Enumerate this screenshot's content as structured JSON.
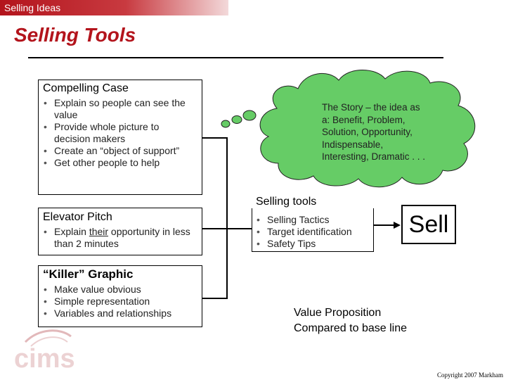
{
  "header": {
    "section_label": "Selling Ideas",
    "title": "Selling Tools"
  },
  "compelling_case": {
    "title": "Compelling Case",
    "bullets": [
      "Explain so people can see the value",
      "Provide whole picture to decision makers",
      "Create an “object of support”",
      "Get other people to help"
    ]
  },
  "cloud": {
    "lines": [
      "The Story – the idea as",
      "a: Benefit, Problem,",
      "Solution, Opportunity,",
      "Indispensable,",
      "Interesting, Dramatic . . ."
    ]
  },
  "elevator_pitch": {
    "title": "Elevator Pitch",
    "bullet_pre": "Explain ",
    "bullet_underlined": "their",
    "bullet_post": " opportunity in less than 2 minutes"
  },
  "killer_graphic": {
    "title": "“Killer” Graphic",
    "bullets": [
      "Make value obvious",
      "Simple representation",
      "Variables and relationships"
    ]
  },
  "selling_tools": {
    "title": "Selling tools",
    "bullets": [
      "Selling Tactics",
      "Target identification",
      "Safety Tips"
    ]
  },
  "sell_box": {
    "label": "Sell"
  },
  "value_proposition": {
    "line1": "Value Proposition",
    "line2": "Compared to base line"
  },
  "footer": {
    "logo_text": "cims",
    "copyright": "Copyright 2007 Markham"
  },
  "colors": {
    "brand_red": "#b3141c",
    "cloud_green": "#66cc66"
  }
}
